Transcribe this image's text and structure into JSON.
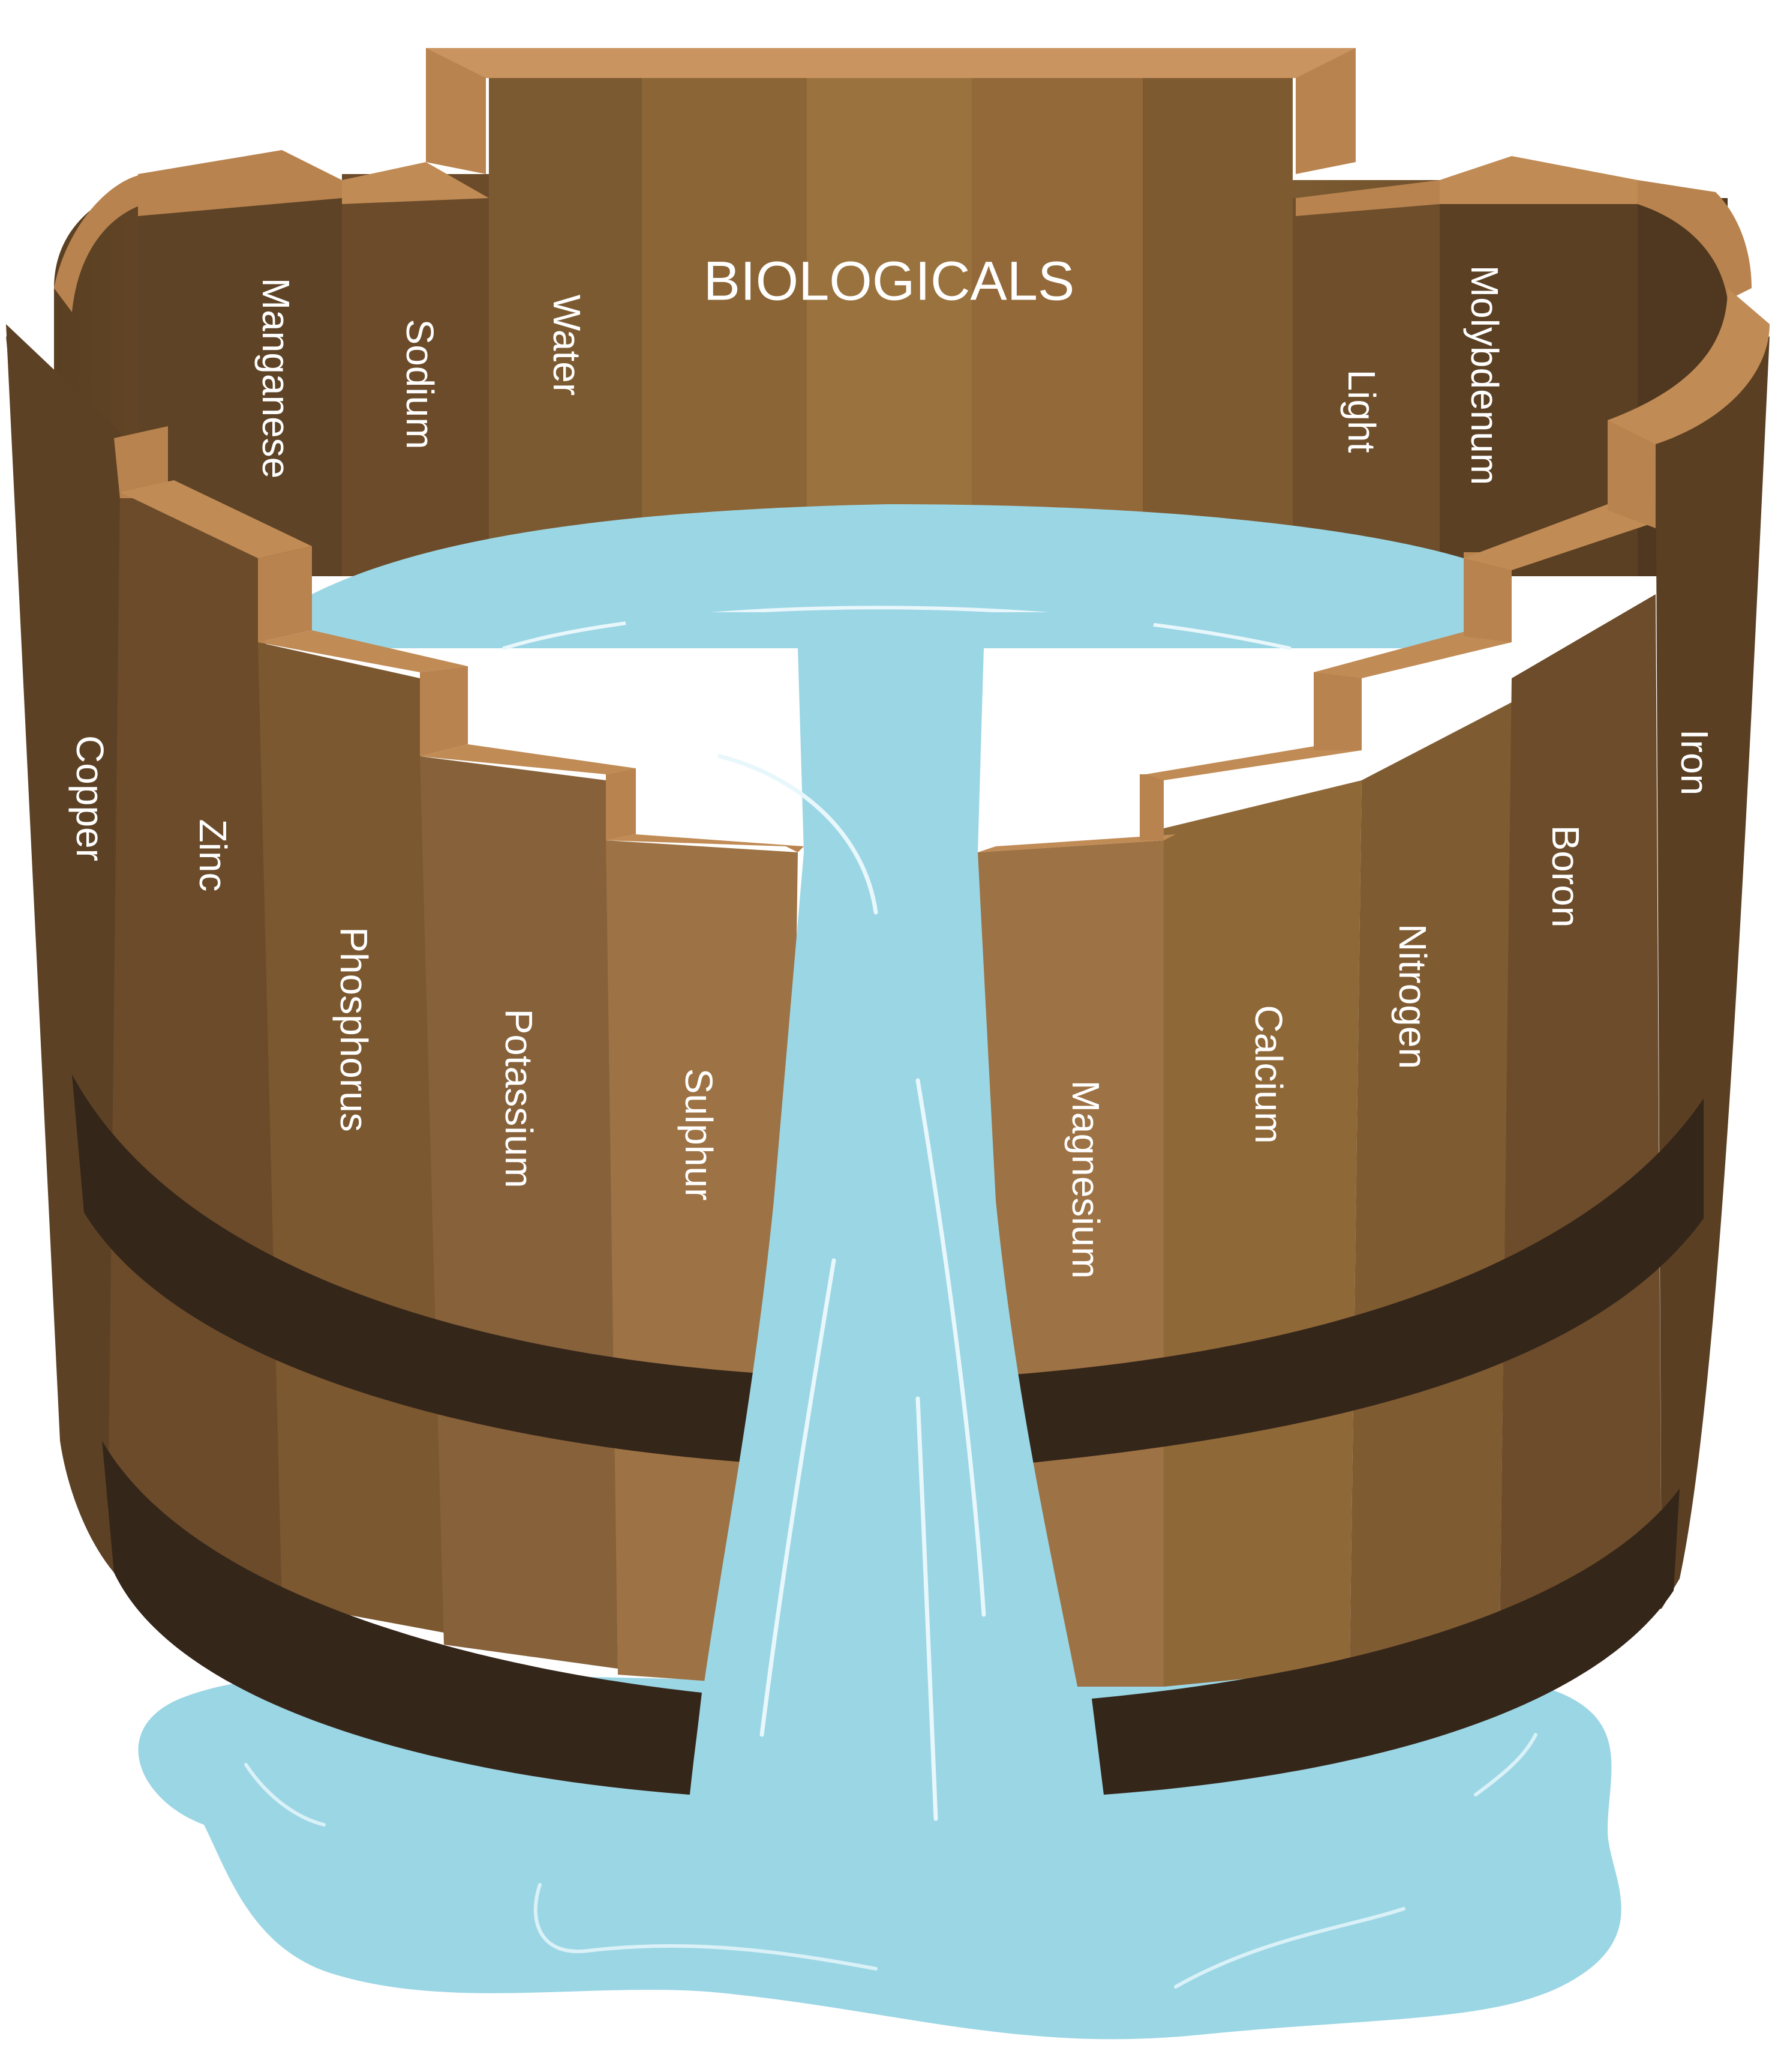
{
  "title": "BIOLOGICALS",
  "staves": {
    "copper": "Copper",
    "zinc": "Zinc",
    "phosphorus": "Phosphorus",
    "potassium": "Potassium",
    "sulphur": "Sulphur",
    "magnesium": "Magnesium",
    "calcium": "Calcium",
    "nitrogen": "Nitrogen",
    "boron": "Boron",
    "iron": "Iron",
    "manganese": "Manganese",
    "sodium": "Sodium",
    "water": "Water",
    "light": "Light",
    "molybdenum": "Molybdenum"
  },
  "colors": {
    "water": "#9dd7e6",
    "water_highlight": "#e8f7fb",
    "stave_top": "#b8834e",
    "band": "#3b2817",
    "stave_dark": "#5e4327",
    "stave_mid": "#7e5a32",
    "stave_light": "#9a7040"
  }
}
